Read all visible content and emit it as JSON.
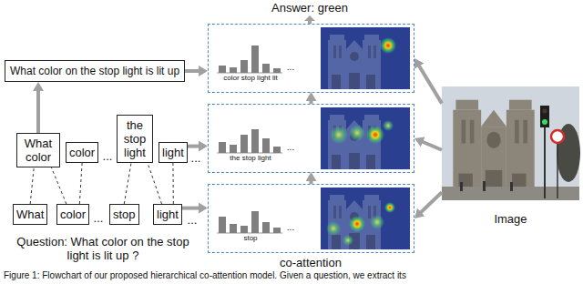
{
  "diagram": {
    "caption": "Figure 1: Flowchart of our proposed hierarchical co-attention model. Given a question, we extract its",
    "nodes": [
      {
        "text": [
          "What color on the stop light is lit up"
        ]
      },
      {
        "text": [
          "What color"
        ]
      },
      {
        "text": [
          "color"
        ]
      },
      {
        "text": [
          "the stop light"
        ]
      },
      {
        "text": [
          "light"
        ]
      },
      {
        "text": [
          "What"
        ]
      },
      {
        "text": [
          "color"
        ]
      },
      {
        "text": [
          "stop"
        ]
      },
      {
        "text": [
          "light"
        ]
      },
      {
        "text": [
          "color stop light lit"
        ]
      },
      {
        "text": [
          "the stop light"
        ]
      },
      {
        "text": [
          "stop"
        ]
      },
      {
        "text": [
          "Image"
        ]
      }
    ],
    "edges": [
      {
        "from": 5,
        "to": 1,
        "arrow": "none"
      },
      {
        "from": 6,
        "to": 1,
        "arrow": "none"
      },
      {
        "from": 6,
        "to": 2,
        "arrow": "none"
      },
      {
        "from": 7,
        "to": 3,
        "arrow": "none"
      },
      {
        "from": 8,
        "to": 3,
        "arrow": "none"
      },
      {
        "from": 8,
        "to": 4,
        "arrow": "none"
      },
      {
        "from": 1,
        "to": 0,
        "arrow": "to"
      },
      {
        "from": 0,
        "to": 9,
        "arrow": "to"
      },
      {
        "from": 4,
        "to": 10,
        "arrow": "to"
      },
      {
        "from": 8,
        "to": 11,
        "arrow": "to"
      },
      {
        "from": 11,
        "to": 10,
        "arrow": "to"
      },
      {
        "from": 10,
        "to": 9,
        "arrow": "to"
      },
      {
        "from": 12,
        "to": 9,
        "arrow": "to"
      },
      {
        "from": 12,
        "to": 10,
        "arrow": "to"
      },
      {
        "from": 12,
        "to": 11,
        "arrow": "to"
      }
    ],
    "labels": [
      "Answer: green",
      "...",
      "...",
      "...",
      "...",
      "...",
      "...",
      "...",
      "Question: What color on the stop light is lit up ?",
      "co-attention"
    ]
  }
}
